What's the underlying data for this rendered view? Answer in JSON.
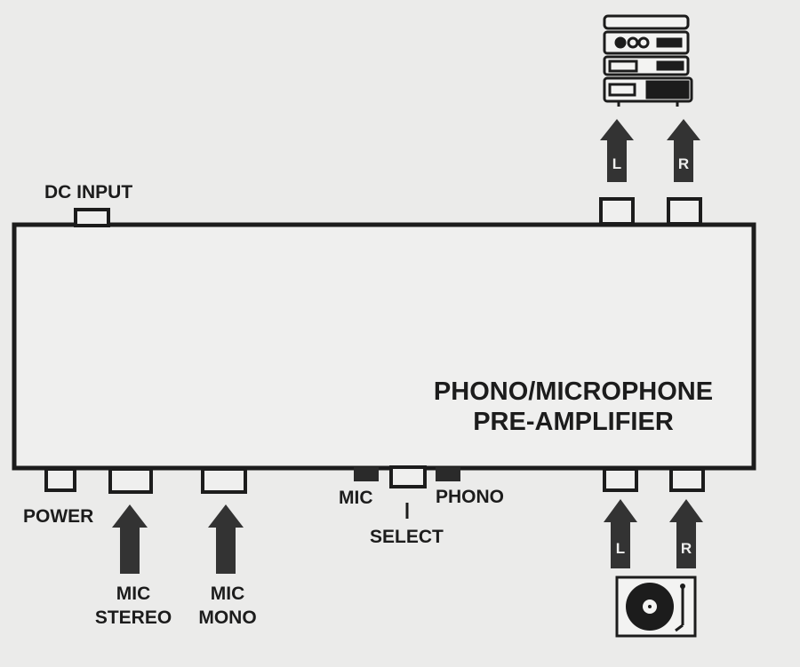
{
  "device": {
    "title_line1": "PHONO/MICROPHONE",
    "title_line2": "PRE-AMPLIFIER"
  },
  "labels": {
    "dc_input": "DC INPUT",
    "power": "POWER",
    "mic_stereo_line1": "MIC",
    "mic_stereo_line2": "STEREO",
    "mic_mono_line1": "MIC",
    "mic_mono_line2": "MONO",
    "mic": "MIC",
    "select": "SELECT",
    "phono": "PHONO",
    "out_left": "L",
    "out_right": "R",
    "in_left": "L",
    "in_right": "R"
  },
  "icons": {
    "output_device": "stereo-system-icon",
    "input_device": "turntable-icon"
  },
  "colors": {
    "background": "#ebebea",
    "ink": "#1c1c1c",
    "box_fill": "#efefee"
  }
}
